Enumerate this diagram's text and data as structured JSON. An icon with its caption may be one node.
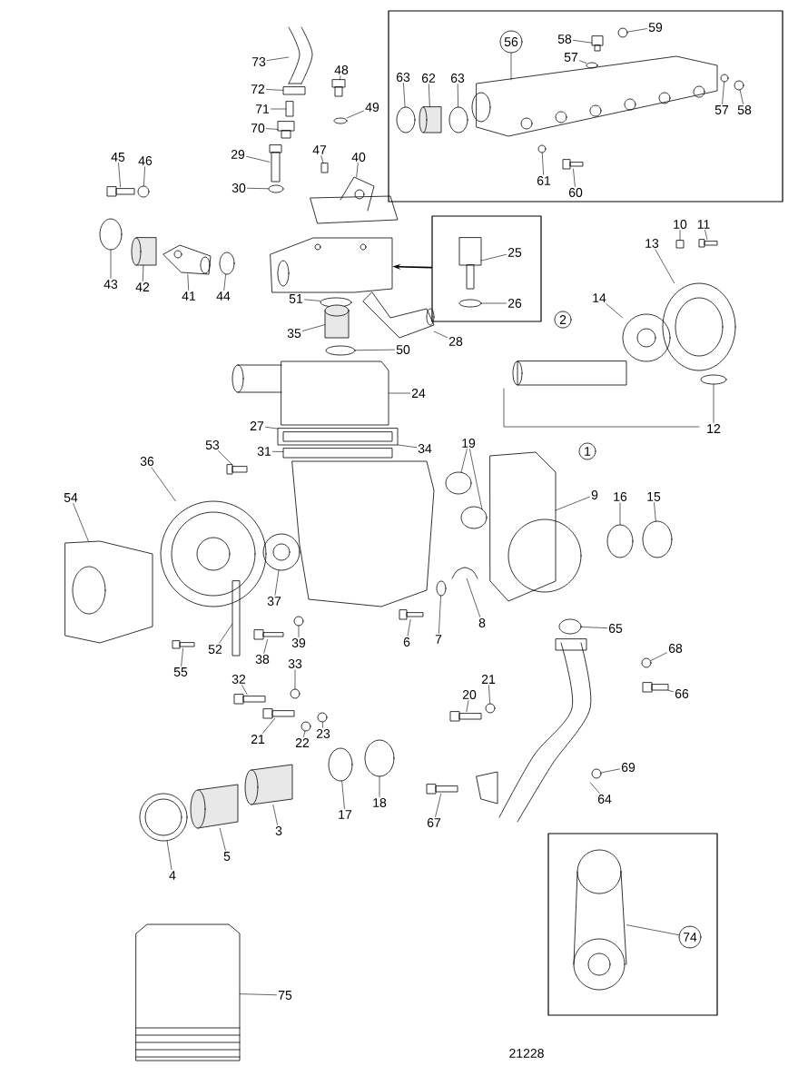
{
  "diagram": {
    "nodes": [
      {
        "text": [],
        "shape": "box"
      },
      {
        "text": [
          "56"
        ],
        "in": 0
      },
      {
        "text": [
          "58"
        ],
        "in": 0
      },
      {
        "text": [
          "59"
        ],
        "in": 0
      },
      {
        "text": [
          "57"
        ],
        "in": 0
      },
      {
        "text": [
          "63"
        ],
        "in": 0
      },
      {
        "text": [
          "62"
        ],
        "in": 0
      },
      {
        "text": [
          "63"
        ],
        "in": 0
      },
      {
        "text": [
          "57"
        ],
        "in": 0
      },
      {
        "text": [
          "58"
        ],
        "in": 0
      },
      {
        "text": [
          "61"
        ],
        "in": 0
      },
      {
        "text": [
          "60"
        ],
        "in": 0
      },
      {
        "text": [
          "73"
        ]
      },
      {
        "text": [
          "48"
        ]
      },
      {
        "text": [
          "72"
        ]
      },
      {
        "text": [
          "49"
        ]
      },
      {
        "text": [
          "71"
        ]
      },
      {
        "text": [
          "70"
        ]
      },
      {
        "text": [
          "47"
        ]
      },
      {
        "text": [
          "45"
        ]
      },
      {
        "text": [
          "46"
        ]
      },
      {
        "text": [
          "29"
        ]
      },
      {
        "text": [
          "40"
        ]
      },
      {
        "text": [
          "30"
        ]
      },
      {
        "text": [],
        "shape": "box"
      },
      {
        "text": [
          "25"
        ],
        "in": 24
      },
      {
        "text": [
          "26"
        ],
        "in": 24
      },
      {
        "text": [
          "10"
        ]
      },
      {
        "text": [
          "11"
        ]
      },
      {
        "text": [
          "13"
        ]
      },
      {
        "text": [
          "43"
        ]
      },
      {
        "text": [
          "42"
        ]
      },
      {
        "text": [
          "41"
        ]
      },
      {
        "text": [
          "44"
        ]
      },
      {
        "text": [
          "51"
        ]
      },
      {
        "text": [
          "14"
        ]
      },
      {
        "text": [
          "2"
        ]
      },
      {
        "text": [
          "35"
        ]
      },
      {
        "text": [
          "28"
        ]
      },
      {
        "text": [
          "50"
        ]
      },
      {
        "text": [
          "24"
        ]
      },
      {
        "text": [
          "12"
        ]
      },
      {
        "text": [
          "27"
        ]
      },
      {
        "text": [
          "19"
        ]
      },
      {
        "text": [
          "53"
        ]
      },
      {
        "text": [
          "31"
        ]
      },
      {
        "text": [
          "34"
        ]
      },
      {
        "text": [
          "1"
        ]
      },
      {
        "text": [
          "36"
        ]
      },
      {
        "text": [
          "54"
        ]
      },
      {
        "text": [
          "9"
        ]
      },
      {
        "text": [
          "16"
        ]
      },
      {
        "text": [
          "15"
        ]
      },
      {
        "text": [
          "37"
        ]
      },
      {
        "text": [
          "8"
        ]
      },
      {
        "text": [
          "65"
        ]
      },
      {
        "text": [
          "52"
        ]
      },
      {
        "text": [
          "38"
        ]
      },
      {
        "text": [
          "39"
        ]
      },
      {
        "text": [
          "6"
        ]
      },
      {
        "text": [
          "7"
        ]
      },
      {
        "text": [
          "55"
        ]
      },
      {
        "text": [
          "68"
        ]
      },
      {
        "text": [
          "32"
        ]
      },
      {
        "text": [
          "33"
        ]
      },
      {
        "text": [
          "20"
        ]
      },
      {
        "text": [
          "21"
        ]
      },
      {
        "text": [
          "66"
        ]
      },
      {
        "text": [
          "21"
        ]
      },
      {
        "text": [
          "22"
        ]
      },
      {
        "text": [
          "23"
        ]
      },
      {
        "text": [
          "69"
        ]
      },
      {
        "text": [
          "64"
        ]
      },
      {
        "text": [
          "67"
        ]
      },
      {
        "text": [
          "17"
        ]
      },
      {
        "text": [
          "18"
        ]
      },
      {
        "text": [
          "3"
        ]
      },
      {
        "text": [
          "5"
        ]
      },
      {
        "text": [
          "4"
        ]
      },
      {
        "text": [],
        "shape": "box"
      },
      {
        "text": [
          "74"
        ],
        "in": 79
      },
      {
        "text": [
          "75"
        ]
      },
      {
        "text": [],
        "shape": "picture",
        "in": 0
      },
      {
        "text": [],
        "shape": "box",
        "in": 0
      },
      {
        "text": [],
        "shape": "circle",
        "in": 0
      },
      {
        "text": [],
        "shape": "circle",
        "in": 0
      },
      {
        "text": [],
        "shape": "circle",
        "in": 0
      },
      {
        "text": [],
        "shape": "cylinder",
        "in": 0
      },
      {
        "text": [],
        "shape": "circle",
        "in": 0
      },
      {
        "text": [],
        "shape": "circle",
        "in": 0
      },
      {
        "text": [],
        "shape": "circle",
        "in": 0
      },
      {
        "text": [],
        "shape": "circle",
        "in": 0
      },
      {
        "text": [],
        "shape": "box",
        "in": 0
      },
      {
        "text": [],
        "shape": "picture"
      },
      {
        "text": [],
        "shape": "box"
      },
      {
        "text": [],
        "shape": "box"
      },
      {
        "text": [],
        "shape": "circle"
      },
      {
        "text": [],
        "shape": "box"
      },
      {
        "text": [],
        "shape": "box"
      },
      {
        "text": [],
        "shape": "box"
      },
      {
        "text": [],
        "shape": "box"
      },
      {
        "text": [],
        "shape": "circle"
      },
      {
        "text": [],
        "shape": "box"
      },
      {
        "text": [],
        "shape": "picture"
      },
      {
        "text": [],
        "shape": "circle"
      },
      {
        "text": [],
        "shape": "box",
        "in": 24
      },
      {
        "text": [],
        "shape": "circle",
        "in": 24
      },
      {
        "text": [],
        "shape": "box"
      },
      {
        "text": [],
        "shape": "box"
      },
      {
        "text": [],
        "shape": "circle"
      },
      {
        "text": [],
        "shape": "circle"
      },
      {
        "text": [],
        "shape": "cylinder"
      },
      {
        "text": [],
        "shape": "picture"
      },
      {
        "text": [],
        "shape": "circle"
      },
      {
        "text": [],
        "shape": "circle"
      },
      {
        "text": [],
        "shape": "circle"
      },
      {
        "text": [],
        "shape": "cylinder"
      },
      {
        "text": [],
        "shape": "picture"
      },
      {
        "text": [],
        "shape": "circle"
      },
      {
        "text": [],
        "shape": "picture"
      },
      {
        "text": [],
        "shape": "circle"
      },
      {
        "text": [],
        "shape": "box"
      },
      {
        "text": [],
        "shape": "circle"
      },
      {
        "text": [],
        "shape": "circle"
      },
      {
        "text": [],
        "shape": "box"
      },
      {
        "text": [],
        "shape": "box"
      },
      {
        "text": [],
        "shape": "circle"
      },
      {
        "text": [],
        "shape": "picture"
      },
      {
        "text": [],
        "shape": "picture"
      },
      {
        "text": [],
        "shape": "circle"
      },
      {
        "text": [],
        "shape": "circle"
      },
      {
        "text": [],
        "shape": "circle"
      },
      {
        "text": [],
        "shape": "picture"
      },
      {
        "text": [],
        "shape": "circle"
      },
      {
        "text": [],
        "shape": "box"
      },
      {
        "text": [],
        "shape": "box"
      },
      {
        "text": [],
        "shape": "circle"
      },
      {
        "text": [],
        "shape": "box"
      },
      {
        "text": [],
        "shape": "circle"
      },
      {
        "text": [],
        "shape": "box"
      },
      {
        "text": [],
        "shape": "circle"
      },
      {
        "text": [],
        "shape": "box"
      },
      {
        "text": [],
        "shape": "circle"
      },
      {
        "text": [],
        "shape": "box"
      },
      {
        "text": [],
        "shape": "circle"
      },
      {
        "text": [],
        "shape": "box"
      },
      {
        "text": [],
        "shape": "box"
      },
      {
        "text": [],
        "shape": "circle"
      },
      {
        "text": [],
        "shape": "circle"
      },
      {
        "text": [],
        "shape": "circle"
      },
      {
        "text": [],
        "shape": "picture"
      },
      {
        "text": [],
        "shape": "box"
      },
      {
        "text": [],
        "shape": "circle"
      },
      {
        "text": [],
        "shape": "circle"
      },
      {
        "text": [],
        "shape": "cylinder"
      },
      {
        "text": [],
        "shape": "cylinder"
      },
      {
        "text": [],
        "shape": "circle"
      },
      {
        "text": [],
        "shape": "picture",
        "in": 79
      },
      {
        "text": [],
        "shape": "picture"
      },
      {
        "text": [],
        "shape": "picture"
      }
    ],
    "edges": [
      {
        "from": 1,
        "to": 82,
        "arrow": "none"
      },
      {
        "from": 2,
        "to": 83,
        "arrow": "none"
      },
      {
        "from": 3,
        "to": 84,
        "arrow": "none"
      },
      {
        "from": 4,
        "to": 85,
        "arrow": "none"
      },
      {
        "from": 5,
        "to": 86,
        "arrow": "none"
      },
      {
        "from": 6,
        "to": 87,
        "arrow": "none"
      },
      {
        "from": 7,
        "to": 88,
        "arrow": "none"
      },
      {
        "from": 8,
        "to": 89,
        "arrow": "none"
      },
      {
        "from": 9,
        "to": 90,
        "arrow": "none"
      },
      {
        "from": 10,
        "to": 91,
        "arrow": "none"
      },
      {
        "from": 11,
        "to": 92,
        "arrow": "none"
      },
      {
        "from": 12,
        "to": 93,
        "arrow": "none"
      },
      {
        "from": 13,
        "to": 94,
        "arrow": "none"
      },
      {
        "from": 14,
        "to": 95,
        "arrow": "none"
      },
      {
        "from": 15,
        "to": 96,
        "arrow": "none"
      },
      {
        "from": 16,
        "to": 97,
        "arrow": "none"
      },
      {
        "from": 17,
        "to": 98,
        "arrow": "none"
      },
      {
        "from": 18,
        "to": 99,
        "arrow": "none"
      },
      {
        "from": 19,
        "to": 100,
        "arrow": "none"
      },
      {
        "from": 20,
        "to": 101,
        "arrow": "none"
      },
      {
        "from": 21,
        "to": 102,
        "arrow": "none"
      },
      {
        "from": 22,
        "to": 103,
        "arrow": "none"
      },
      {
        "from": 23,
        "to": 104,
        "arrow": "none"
      },
      {
        "from": 24,
        "to": 159,
        "arrow": "to"
      },
      {
        "from": 25,
        "to": 105,
        "arrow": "none"
      },
      {
        "from": 26,
        "to": 106,
        "arrow": "none"
      },
      {
        "from": 27,
        "to": 107,
        "arrow": "none"
      },
      {
        "from": 28,
        "to": 108,
        "arrow": "none"
      },
      {
        "from": 29,
        "to": 109,
        "arrow": "none"
      },
      {
        "from": 30,
        "to": 110,
        "arrow": "none"
      },
      {
        "from": 31,
        "to": 111,
        "arrow": "none"
      },
      {
        "from": 32,
        "to": 112,
        "arrow": "none"
      },
      {
        "from": 33,
        "to": 113,
        "arrow": "none"
      },
      {
        "from": 34,
        "to": 114,
        "arrow": "none"
      },
      {
        "from": 35,
        "to": 115,
        "arrow": "none"
      },
      {
        "from": 37,
        "to": 116,
        "arrow": "none"
      },
      {
        "from": 38,
        "to": 117,
        "arrow": "none"
      },
      {
        "from": 39,
        "to": 118,
        "arrow": "none"
      },
      {
        "from": 40,
        "to": 119,
        "arrow": "none"
      },
      {
        "from": 41,
        "to": 120,
        "arrow": "none"
      },
      {
        "from": 42,
        "to": 121,
        "arrow": "none"
      },
      {
        "from": 43,
        "to": 122,
        "arrow": "none"
      },
      {
        "from": 43,
        "to": 123,
        "arrow": "none"
      },
      {
        "from": 44,
        "to": 124,
        "arrow": "none"
      },
      {
        "from": 45,
        "to": 125,
        "arrow": "none"
      },
      {
        "from": 46,
        "to": 121,
        "arrow": "none"
      },
      {
        "from": 48,
        "to": 126,
        "arrow": "none"
      },
      {
        "from": 49,
        "to": 127,
        "arrow": "none"
      },
      {
        "from": 50,
        "to": 128,
        "arrow": "none"
      },
      {
        "from": 51,
        "to": 129,
        "arrow": "none"
      },
      {
        "from": 52,
        "to": 130,
        "arrow": "none"
      },
      {
        "from": 53,
        "to": 131,
        "arrow": "none"
      },
      {
        "from": 54,
        "to": 132,
        "arrow": "none"
      },
      {
        "from": 55,
        "to": 133,
        "arrow": "none"
      },
      {
        "from": 56,
        "to": 134,
        "arrow": "none"
      },
      {
        "from": 57,
        "to": 135,
        "arrow": "none"
      },
      {
        "from": 58,
        "to": 136,
        "arrow": "none"
      },
      {
        "from": 59,
        "to": 137,
        "arrow": "none"
      },
      {
        "from": 60,
        "to": 138,
        "arrow": "none"
      },
      {
        "from": 61,
        "to": 139,
        "arrow": "none"
      },
      {
        "from": 62,
        "to": 140,
        "arrow": "none"
      },
      {
        "from": 63,
        "to": 141,
        "arrow": "none"
      },
      {
        "from": 64,
        "to": 142,
        "arrow": "none"
      },
      {
        "from": 65,
        "to": 143,
        "arrow": "none"
      },
      {
        "from": 66,
        "to": 144,
        "arrow": "none"
      },
      {
        "from": 67,
        "to": 145,
        "arrow": "none"
      },
      {
        "from": 68,
        "to": 146,
        "arrow": "none"
      },
      {
        "from": 69,
        "to": 147,
        "arrow": "none"
      },
      {
        "from": 70,
        "to": 148,
        "arrow": "none"
      },
      {
        "from": 71,
        "to": 149,
        "arrow": "none"
      },
      {
        "from": 72,
        "to": 150,
        "arrow": "none"
      },
      {
        "from": 73,
        "to": 151,
        "arrow": "none"
      },
      {
        "from": 74,
        "to": 152,
        "arrow": "none"
      },
      {
        "from": 75,
        "to": 153,
        "arrow": "none"
      },
      {
        "from": 76,
        "to": 154,
        "arrow": "none"
      },
      {
        "from": 77,
        "to": 155,
        "arrow": "none"
      },
      {
        "from": 78,
        "to": 156,
        "arrow": "none"
      },
      {
        "from": 80,
        "to": 157,
        "arrow": "none"
      },
      {
        "from": 81,
        "to": 158,
        "arrow": "none"
      }
    ],
    "labels": [
      "21228"
    ]
  }
}
